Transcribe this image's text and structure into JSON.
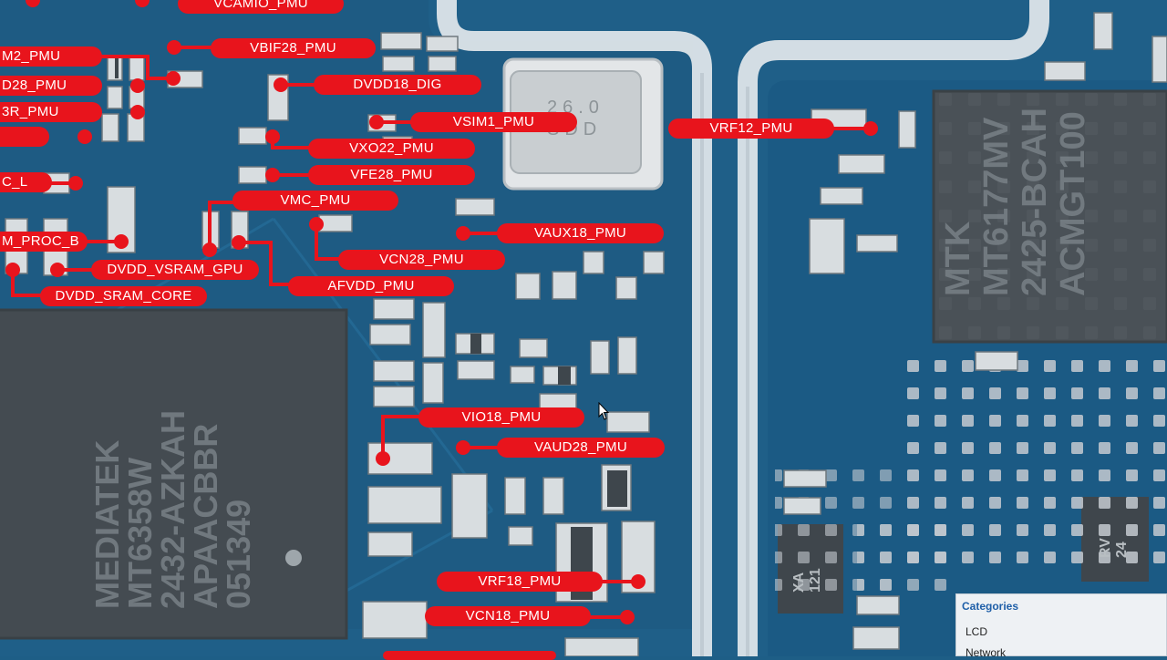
{
  "labels": {
    "vcamio_pmu": "VCAMIO_PMU",
    "vbif28_pmu": "VBIF28_PMU",
    "m2_pmu": "M2_PMU",
    "dvdd18_dig": "DVDD18_DIG",
    "d28_pmu": "D28_PMU",
    "r_pmu": "3R_PMU",
    "vsim1_pmu": "VSIM1_PMU",
    "vrf12_pmu": "VRF12_PMU",
    "vxo22_pmu": "VXO22_PMU",
    "vfe28_pmu": "VFE28_PMU",
    "c_l": "C_L",
    "vmc_pmu": "VMC_PMU",
    "vaux18_pmu": "VAUX18_PMU",
    "m_proc_b": "M_PROC_B",
    "vcn28_pmu": "VCN28_PMU",
    "dvdd_vsram_gpu": "DVDD_VSRAM_GPU",
    "afvdd_pmu": "AFVDD_PMU",
    "dvdd_sram_core": "DVDD_SRAM_CORE",
    "vio18_pmu": "VIO18_PMU",
    "vaud28_pmu": "VAUD28_PMU",
    "vrf18_pmu": "VRF18_PMU",
    "vcn18_pmu": "VCN18_PMU"
  },
  "chips": {
    "mtk": [
      "MTK",
      "MT6177MV",
      "2425-BCAH",
      "ACMGT100"
    ],
    "mediatek": [
      "MEDIATEK",
      "MT6358W",
      "2432-AZKAH",
      "APAACBBR",
      "051349"
    ],
    "crystal": [
      "26.0",
      "SDD"
    ],
    "small": [
      "XA",
      "121"
    ],
    "small_right": [
      "RV",
      "24"
    ]
  },
  "categories": {
    "title": "Categories",
    "items": [
      "LCD",
      "Network"
    ]
  },
  "colors": {
    "board": "#1e5e86",
    "label": "#e8141c",
    "chip": "#4a5258",
    "trace": "#e9eef2"
  }
}
